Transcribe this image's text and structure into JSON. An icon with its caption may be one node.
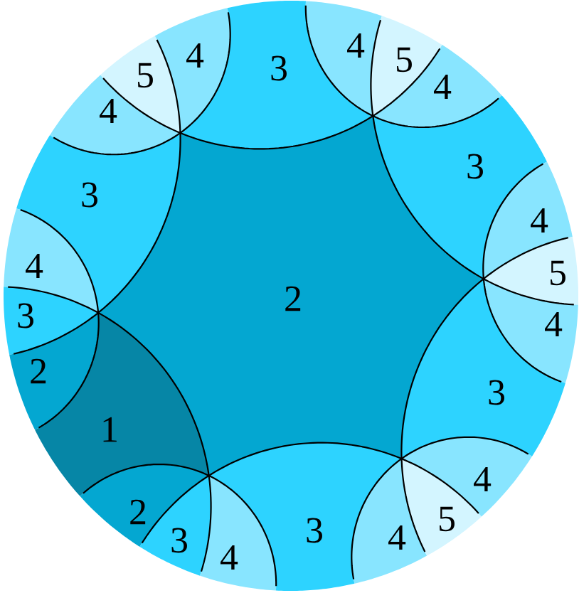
{
  "diagram": {
    "nodes": [
      {
        "text": [
          "5"
        ]
      },
      {
        "text": [
          "4"
        ]
      },
      {
        "text": [
          "3"
        ]
      },
      {
        "text": [
          "4"
        ]
      },
      {
        "text": [
          "5"
        ]
      },
      {
        "text": [
          "4"
        ]
      },
      {
        "text": [
          "4"
        ]
      },
      {
        "text": [
          "3"
        ]
      },
      {
        "text": [
          "3"
        ]
      },
      {
        "text": [
          "4"
        ]
      },
      {
        "text": [
          "4"
        ]
      },
      {
        "text": [
          "3"
        ]
      },
      {
        "text": [
          "2"
        ]
      },
      {
        "text": [
          "5"
        ]
      },
      {
        "text": [
          "4"
        ]
      },
      {
        "text": [
          "2"
        ]
      },
      {
        "text": [
          "1"
        ]
      },
      {
        "text": [
          "3"
        ]
      },
      {
        "text": [
          "2"
        ]
      },
      {
        "text": [
          "3"
        ]
      },
      {
        "text": [
          "4"
        ]
      },
      {
        "text": [
          "3"
        ]
      },
      {
        "text": [
          "4"
        ]
      },
      {
        "text": [
          "5"
        ]
      },
      {
        "text": [
          "4"
        ]
      }
    ]
  }
}
